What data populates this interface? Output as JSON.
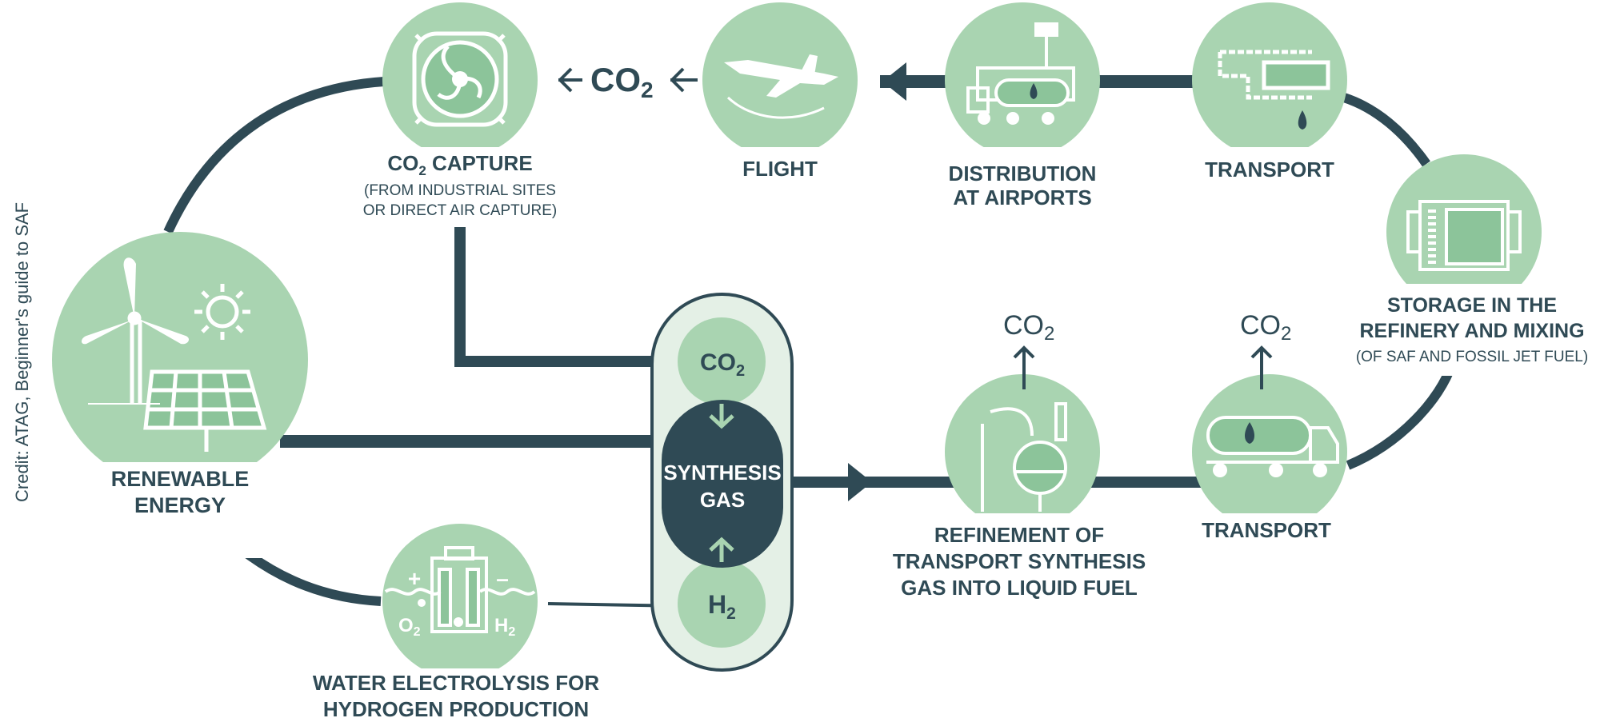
{
  "credit": "Credit: ATAG, Beginner's guide to SAF",
  "nodes": {
    "co2_capture": {
      "title_pre": "CO",
      "title_sub": "2",
      "title_post": " CAPTURE",
      "note_line1": "(FROM INDUSTRIAL SITES",
      "note_line2": "OR DIRECT AIR CAPTURE)"
    },
    "flight": {
      "title": "FLIGHT"
    },
    "distribution": {
      "line1": "DISTRIBUTION",
      "line2": "AT AIRPORTS"
    },
    "transport_top": {
      "title": "TRANSPORT"
    },
    "storage": {
      "line1": "STORAGE IN THE",
      "line2": "REFINERY AND MIXING",
      "note": "(OF SAF AND FOSSIL JET FUEL)"
    },
    "transport_bottom": {
      "title": "TRANSPORT"
    },
    "refinement": {
      "line1": "REFINEMENT OF",
      "line2": "TRANSPORT SYNTHESIS",
      "line3": "GAS INTO LIQUID FUEL"
    },
    "renewable": {
      "line1": "RENEWABLE",
      "line2": "ENERGY"
    },
    "electrolysis": {
      "line1": "WATER ELECTROLYSIS FOR",
      "line2": "HYDROGEN PRODUCTION",
      "o2_main": "O",
      "o2_sub": "2",
      "h2_main": "H",
      "h2_sub": "2",
      "plus": "+",
      "minus": "–"
    },
    "synthesis": {
      "line1": "SYNTHESIS",
      "line2": "GAS",
      "co2_main": "CO",
      "co2_sub": "2",
      "h2_main": "H",
      "h2_sub": "2"
    }
  },
  "emissions": {
    "flight_co2_main": "CO",
    "flight_co2_sub": "2",
    "refinement_co2_main": "CO",
    "refinement_co2_sub": "2",
    "transport_co2_main": "CO",
    "transport_co2_sub": "2"
  },
  "colors": {
    "circle": "#a9d4b1",
    "icon_fill": "#8cc49a",
    "line": "#2f4a55",
    "pill": "#e4f0e6",
    "white": "#ffffff"
  }
}
